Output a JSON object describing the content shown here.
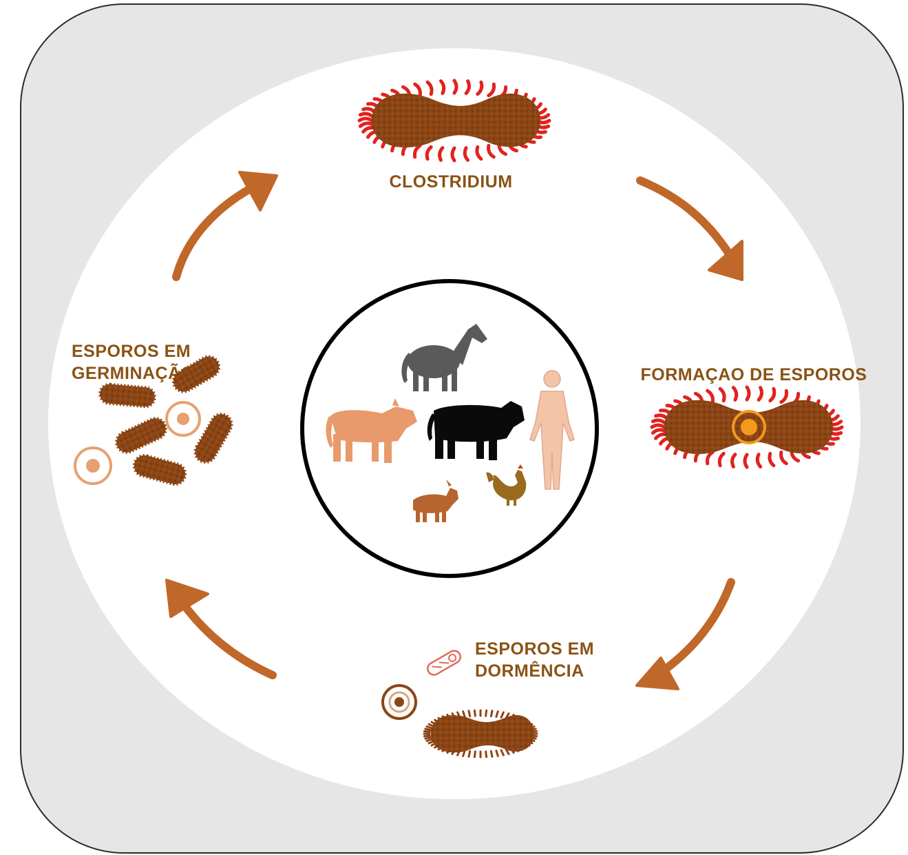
{
  "labels": {
    "clostridium": "CLOSTRIDIUM",
    "formation": "FORMAÇAO DE ESPOROS",
    "dormancy_line1": "ESPOROS EM",
    "dormancy_line2": "DORMÊNCIA",
    "germination_line1": "ESPOROS EM",
    "germination_line2": "GERMINAÇÃO"
  },
  "hosts": [
    {
      "name": "horse",
      "color": "#5a5a5a"
    },
    {
      "name": "cow",
      "color": "#e89a6c"
    },
    {
      "name": "buffalo",
      "color": "#0a0a0a"
    },
    {
      "name": "human",
      "color": "#f3c4a8"
    },
    {
      "name": "goat",
      "color": "#b8642e"
    },
    {
      "name": "rooster",
      "color": "#9a6a1e"
    }
  ],
  "colors": {
    "outer_panel": "#e6e6e6",
    "panel_border": "#2b2b2b",
    "inner_oval": "#ffffff",
    "bacterium_body": "#8c4515",
    "bacterium_flagella": "#e0231f",
    "arrow": "#c0672a",
    "label_text": "#8a5214",
    "spore_ring": "#f39a1e"
  }
}
